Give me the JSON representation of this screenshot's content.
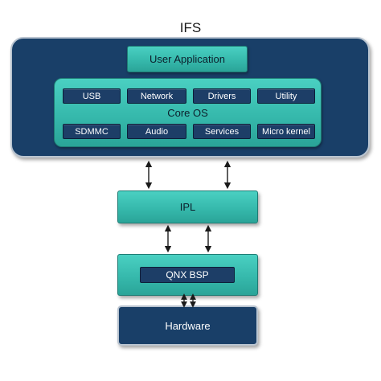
{
  "ifs": {
    "title": "IFS",
    "user_application": "User Application",
    "core_os": {
      "label": "Core OS",
      "row1": [
        "USB",
        "Network",
        "Drivers",
        "Utility"
      ],
      "row2": [
        "SDMMC",
        "Audio",
        "Services",
        "Micro kernel"
      ]
    }
  },
  "ipl": {
    "label": "IPL"
  },
  "bsp": {
    "label": "QNX BSP"
  },
  "hardware": {
    "label": "Hardware"
  },
  "colors": {
    "dark_navy": "#193f68",
    "teal": "#36b9ac",
    "chip_navy": "#1d3e67"
  }
}
